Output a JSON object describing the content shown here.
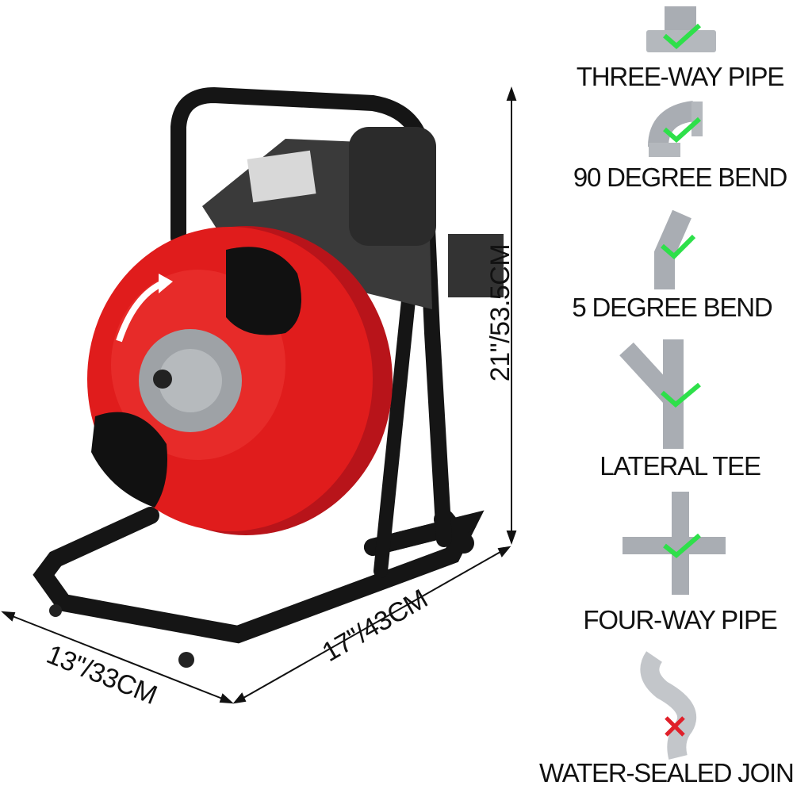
{
  "product": {
    "dimensions": {
      "height_label": "21\"/53.5CM",
      "depth_label": "13\"/33CM",
      "width_label": "17\"/43CM"
    }
  },
  "compatibility": [
    {
      "label": "THREE-WAY PIPE",
      "icon": "three-way-pipe-icon",
      "status": "check"
    },
    {
      "label": "90 DEGREE BEND",
      "icon": "elbow-pipe-icon",
      "status": "check"
    },
    {
      "label": "5 DEGREE BEND",
      "icon": "angled-pipe-icon",
      "status": "check"
    },
    {
      "label": "LATERAL TEE",
      "icon": "lateral-tee-icon",
      "status": "check"
    },
    {
      "label": "FOUR-WAY PIPE",
      "icon": "four-way-pipe-icon",
      "status": "check"
    },
    {
      "label": "WATER-SEALED JOINT",
      "icon": "p-trap-icon",
      "status": "cross"
    }
  ],
  "colors": {
    "check": "#2ee04a",
    "cross": "#e0202a",
    "drum": "#e01c1c",
    "frame": "#151515",
    "pipe": "#a9adb3"
  }
}
